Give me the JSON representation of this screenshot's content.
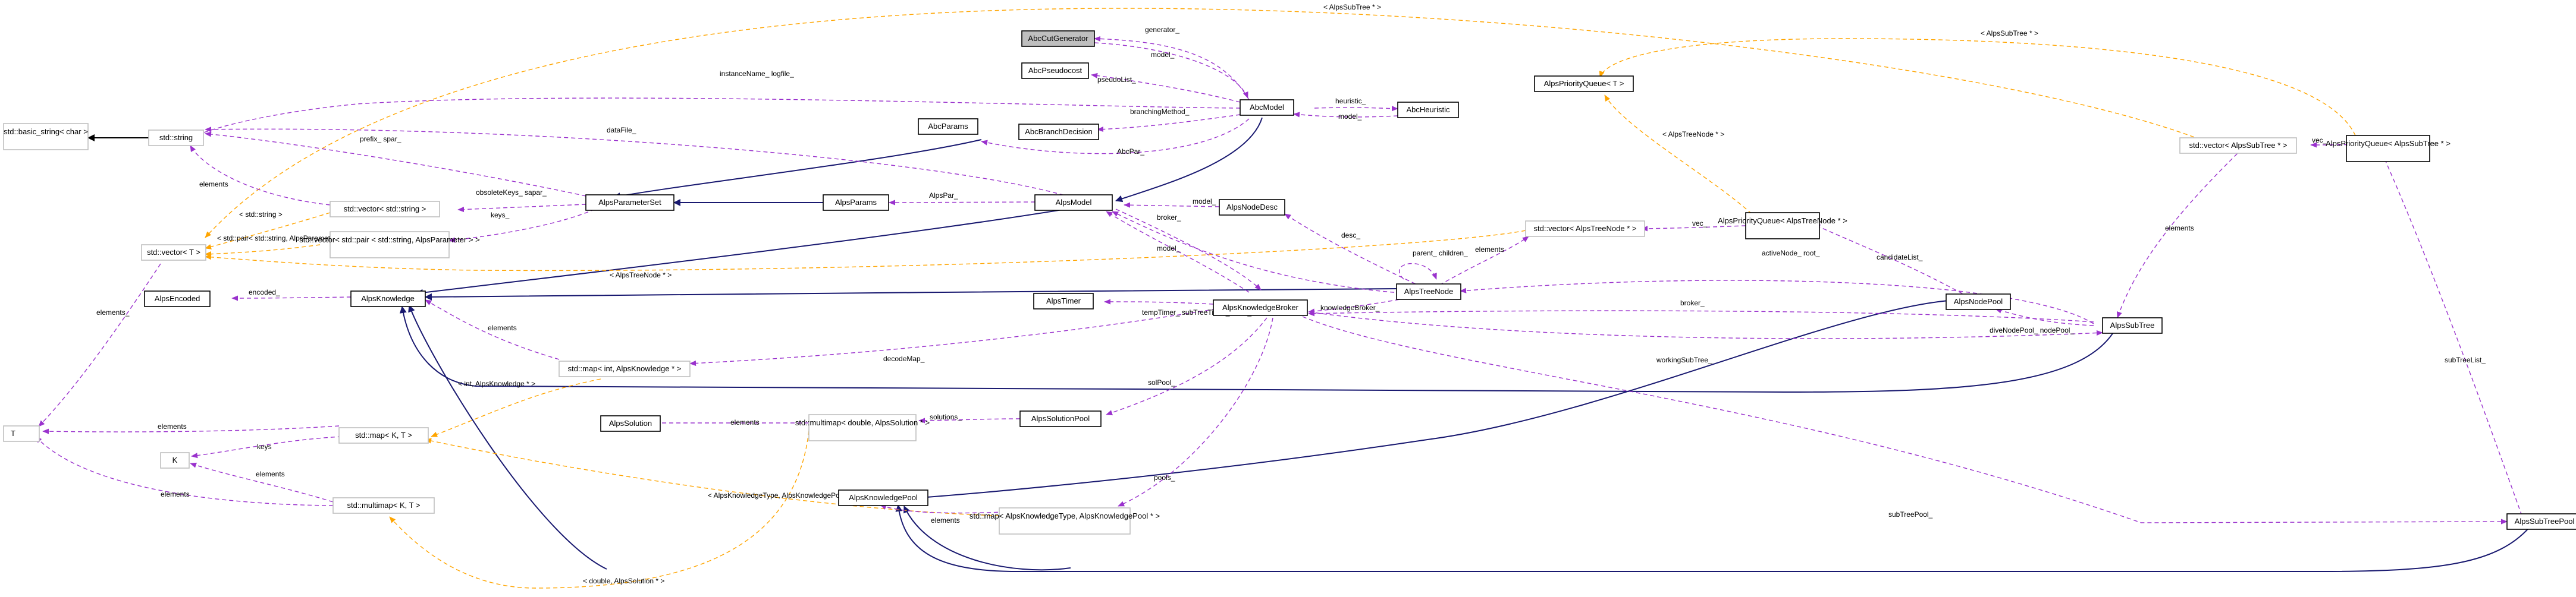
{
  "colors": {
    "inheritance": "#191970",
    "usage": "#9a32cd",
    "template": "#ffa500",
    "external_border": "#bfbfbf",
    "focus_fill": "#bfbfbf"
  },
  "nodes": [
    {
      "id": "AbcCutGenerator",
      "label": "AbcCutGenerator",
      "kind": "focus"
    },
    {
      "id": "AbcPseudocost",
      "label": "AbcPseudocost",
      "kind": "normal"
    },
    {
      "id": "AbcBranchDecision",
      "label": "AbcBranchDecision",
      "kind": "normal"
    },
    {
      "id": "AbcModel",
      "label": "AbcModel",
      "kind": "normal"
    },
    {
      "id": "AbcHeuristic",
      "label": "AbcHeuristic",
      "kind": "normal"
    },
    {
      "id": "AbcParams",
      "label": "AbcParams",
      "kind": "normal"
    },
    {
      "id": "basic_string",
      "label": "std::basic_string< char >",
      "kind": "ext"
    },
    {
      "id": "std_string",
      "label": "std::string",
      "kind": "ext"
    },
    {
      "id": "vec_string",
      "label": "std::vector< std::string >",
      "kind": "ext"
    },
    {
      "id": "AlpsParameterSet",
      "label": "AlpsParameterSet",
      "kind": "normal"
    },
    {
      "id": "AlpsParams",
      "label": "AlpsParams",
      "kind": "normal"
    },
    {
      "id": "AlpsModel",
      "label": "AlpsModel",
      "kind": "normal"
    },
    {
      "id": "vec_pair",
      "label": "std::vector< std::pair < std::string, AlpsParameter > >",
      "kind": "ext"
    },
    {
      "id": "vec_T",
      "label": "std::vector< T >",
      "kind": "ext"
    },
    {
      "id": "AlpsNodeDesc",
      "label": "AlpsNodeDesc",
      "kind": "normal"
    },
    {
      "id": "vec_treenode",
      "label": "std::vector< AlpsTreeNode * >",
      "kind": "ext"
    },
    {
      "id": "pq_treenode",
      "label": "AlpsPriorityQueue< AlpsTreeNode * >",
      "kind": "normal"
    },
    {
      "id": "pq_T",
      "label": "AlpsPriorityQueue< T >",
      "kind": "normal"
    },
    {
      "id": "vec_subtree",
      "label": "std::vector< AlpsSubTree * >",
      "kind": "ext"
    },
    {
      "id": "pq_subtree",
      "label": "AlpsPriorityQueue< AlpsSubTree * >",
      "kind": "normal"
    },
    {
      "id": "AlpsTreeNode",
      "label": "AlpsTreeNode",
      "kind": "normal"
    },
    {
      "id": "AlpsEncoded",
      "label": "AlpsEncoded",
      "kind": "normal"
    },
    {
      "id": "AlpsKnowledge",
      "label": "AlpsKnowledge",
      "kind": "normal"
    },
    {
      "id": "map_int_k",
      "label": "std::map< int, AlpsKnowledge * >",
      "kind": "ext"
    },
    {
      "id": "AlpsTimer",
      "label": "AlpsTimer",
      "kind": "normal"
    },
    {
      "id": "AlpsKnowledgeBroker",
      "label": "AlpsKnowledgeBroker",
      "kind": "normal"
    },
    {
      "id": "AlpsNodePool",
      "label": "AlpsNodePool",
      "kind": "normal"
    },
    {
      "id": "AlpsSubTree",
      "label": "AlpsSubTree",
      "kind": "normal"
    },
    {
      "id": "T",
      "label": "T",
      "kind": "ext"
    },
    {
      "id": "map_K_T",
      "label": "std::map< K, T >",
      "kind": "ext"
    },
    {
      "id": "K",
      "label": "K",
      "kind": "ext"
    },
    {
      "id": "AlpsSolution",
      "label": "AlpsSolution",
      "kind": "normal"
    },
    {
      "id": "mm_double_sol",
      "label": "std::multimap< double, AlpsSolution * >",
      "kind": "ext"
    },
    {
      "id": "AlpsSolutionPool",
      "label": "AlpsSolutionPool",
      "kind": "normal"
    },
    {
      "id": "AlpsKnowledgePool",
      "label": "AlpsKnowledgePool",
      "kind": "normal"
    },
    {
      "id": "mm_K_T",
      "label": "std::multimap< K, T >",
      "kind": "ext"
    },
    {
      "id": "map_kt_pool",
      "label": "std::map< AlpsKnowledgeType, AlpsKnowledgePool * >",
      "kind": "ext"
    },
    {
      "id": "AlpsSubTreePool",
      "label": "AlpsSubTreePool",
      "kind": "normal"
    }
  ],
  "edge_labels": [
    {
      "id": "l_subtree_top",
      "text": "< AlpsSubTree * >"
    },
    {
      "id": "l_subtree_pq",
      "text": "< AlpsSubTree * >"
    },
    {
      "id": "l_generator",
      "text": "generator_"
    },
    {
      "id": "l_model",
      "text": "model_"
    },
    {
      "id": "l_pseudoList",
      "text": "pseudoList_"
    },
    {
      "id": "l_instanceName",
      "text": "instanceName_ logfile_"
    },
    {
      "id": "l_heuristic",
      "text": "heuristic_"
    },
    {
      "id": "l_model2",
      "text": "model_"
    },
    {
      "id": "l_branching",
      "text": "branchingMethod_"
    },
    {
      "id": "l_abcpar",
      "text": "AbcPar_"
    },
    {
      "id": "l_datafile",
      "text": "dataFile_"
    },
    {
      "id": "l_prefix",
      "text": "prefix_ spar_"
    },
    {
      "id": "l_elements_vs",
      "text": "elements"
    },
    {
      "id": "l_stdstring",
      "text": "< std::string >"
    },
    {
      "id": "l_obsolete",
      "text": "obsoleteKeys_ sapar_"
    },
    {
      "id": "l_keys",
      "text": "keys_"
    },
    {
      "id": "l_alpspar",
      "text": "AlpsPar_"
    },
    {
      "id": "l_pair",
      "text": "< std::pair< std::string, AlpsParameter > >"
    },
    {
      "id": "l_treenode_tmpl",
      "text": "< AlpsTreeNode * >"
    },
    {
      "id": "l_model3",
      "text": "model_"
    },
    {
      "id": "l_broker",
      "text": "broker_"
    },
    {
      "id": "l_desc",
      "text": "desc_"
    },
    {
      "id": "l_elements_tn",
      "text": "elements"
    },
    {
      "id": "l_vec",
      "text": "vec_"
    },
    {
      "id": "l_treenode_pq",
      "text": "< AlpsTreeNode * >"
    },
    {
      "id": "l_vec2",
      "text": "vec_"
    },
    {
      "id": "l_parent",
      "text": "parent_ children_"
    },
    {
      "id": "l_model4",
      "text": "model_"
    },
    {
      "id": "l_knowledgeBroker",
      "text": "knowledgeBroker_"
    },
    {
      "id": "l_activeNode",
      "text": "activeNode_ root_"
    },
    {
      "id": "l_candidateList",
      "text": "candidateList_"
    },
    {
      "id": "l_elements_st",
      "text": "elements"
    },
    {
      "id": "l_subTreeList",
      "text": "subTreeList_"
    },
    {
      "id": "l_broker2",
      "text": "broker_"
    },
    {
      "id": "l_encoded",
      "text": "encoded_"
    },
    {
      "id": "l_elements_map",
      "text": "elements"
    },
    {
      "id": "l_decodeMap",
      "text": "decodeMap_"
    },
    {
      "id": "l_tempTimer",
      "text": "tempTimer_ subTreeTimer_ timer_"
    },
    {
      "id": "l_diveNodePool",
      "text": "diveNodePool_ nodePool_"
    },
    {
      "id": "l_workingSubTree",
      "text": "workingSubTree_"
    },
    {
      "id": "l_int_k",
      "text": "< int, AlpsKnowledge * >"
    },
    {
      "id": "l_solPool",
      "text": "solPool_"
    },
    {
      "id": "l_subTreePool",
      "text": "subTreePool_"
    },
    {
      "id": "l_elements_T",
      "text": "elements"
    },
    {
      "id": "l_elements_mapKT",
      "text": "elements"
    },
    {
      "id": "l_keys2",
      "text": "keys"
    },
    {
      "id": "l_elements_mm",
      "text": "elements"
    },
    {
      "id": "l_elements_sol",
      "text": "elements"
    },
    {
      "id": "l_solutions",
      "text": "solutions_"
    },
    {
      "id": "l_pools",
      "text": "pools_"
    },
    {
      "id": "l_kt_pool",
      "text": "< AlpsKnowledgeType, AlpsKnowledgePool * >"
    },
    {
      "id": "l_elements_pool",
      "text": "elements"
    },
    {
      "id": "l_double_sol",
      "text": "< double, AlpsSolution * >"
    },
    {
      "id": "l_elements_vecT",
      "text": "elements_"
    }
  ]
}
